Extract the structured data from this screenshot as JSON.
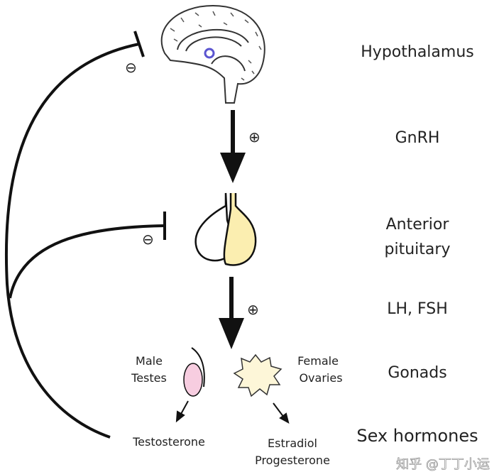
{
  "levels": {
    "hypothalamus": "Hypothalamus",
    "gnrh": "GnRH",
    "anterior_line1": "Anterior",
    "anterior_line2": "pituitary",
    "lh_fsh": "LH, FSH",
    "gonads": "Gonads",
    "sex_hormones": "Sex hormones"
  },
  "gonads": {
    "male_line1": "Male",
    "male_line2": "Testes",
    "female_line1": "Female",
    "female_line2": "Ovaries"
  },
  "hormones": {
    "testosterone": "Testosterone",
    "estradiol": "Estradiol",
    "progesterone": "Progesterone"
  },
  "signs": {
    "positive": "⊕",
    "negative": "⊖"
  },
  "watermark": "知乎 @丁丁小运",
  "colors": {
    "pituitary_posterior": "#fbeeb0",
    "testes": "#f7cde0",
    "ovaries": "#fdf6d8",
    "hypothalamus_marker": "#5b55d0"
  }
}
